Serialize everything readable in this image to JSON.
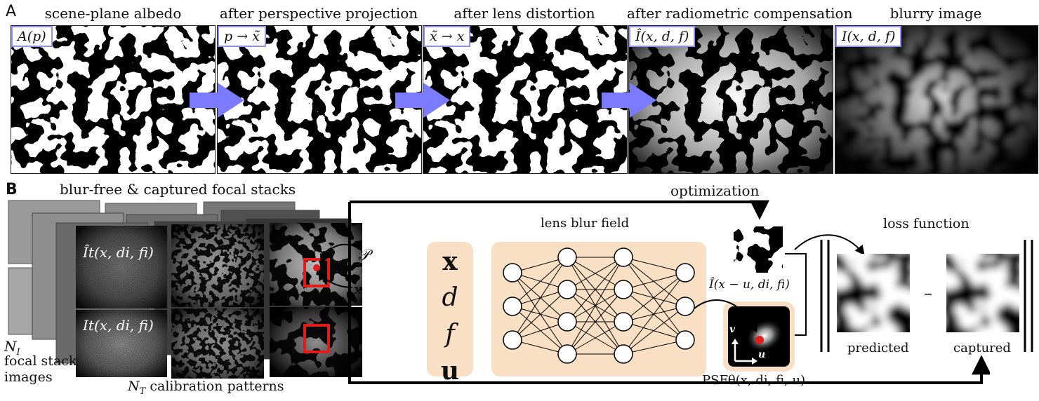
{
  "part_a": {
    "letter": "A",
    "panels": [
      {
        "title": "scene-plane albedo",
        "tag": "A(p)"
      },
      {
        "title": "after perspective projection",
        "tag": "p → x̃"
      },
      {
        "title": "after lens distortion",
        "tag": "x̃ → x"
      },
      {
        "title": "after radiometric compensation",
        "tag": "Î(x, d, f)"
      },
      {
        "title": "blurry image",
        "tag": "I(x, d, f)"
      }
    ]
  },
  "part_b": {
    "letter": "B",
    "stacks_title": "blur-free & captured  focal stacks",
    "hat_label": "Ît(x, di, fi)",
    "cap_label": "It(x, di, fi)",
    "p_label": "𝒫",
    "x_label": "x",
    "ni_label": "N",
    "ni_sub": "I",
    "ni_caption_1": "focal stack",
    "ni_caption_2": "images",
    "nt_label": "N",
    "nt_sub": "T",
    "nt_caption": "calibration patterns",
    "optimization": "optimization",
    "lens_blur_field": "lens blur field",
    "vars": [
      "x",
      "d",
      "f",
      "u"
    ],
    "shift_label": "Î(x − u, di, fi)",
    "psf_label": "PSFθ(x, di, fi, u)",
    "psf_axis_v": "v",
    "psf_axis_u": "u",
    "loss_title": "loss function",
    "predicted": "predicted",
    "captured": "captured",
    "minus": "–"
  },
  "colors": {
    "arrow_blue": "#7b7bff",
    "frame_blue": "#8f8fff",
    "peach": "#f9e0c4",
    "red": "#e21b1b"
  }
}
